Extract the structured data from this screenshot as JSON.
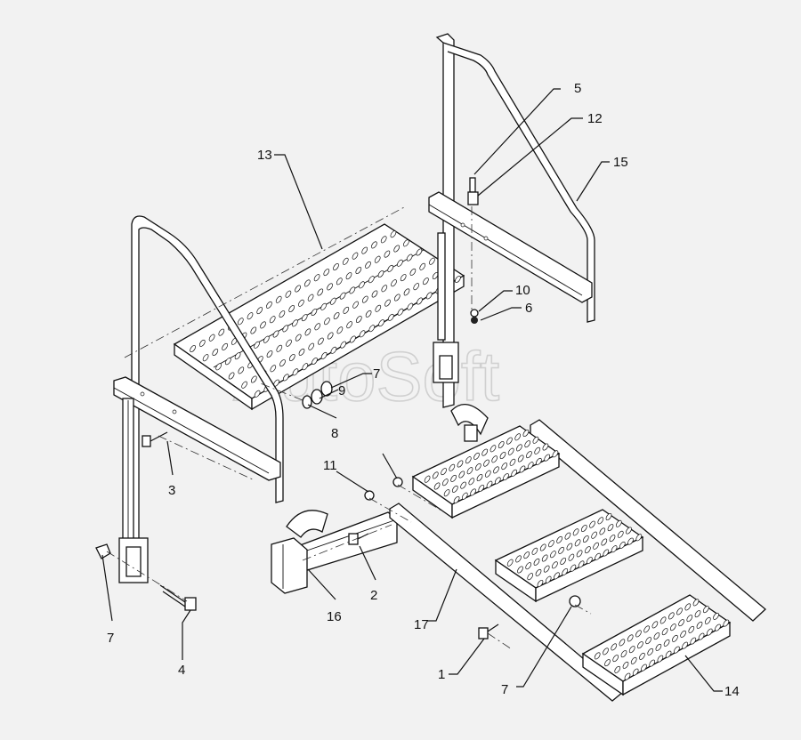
{
  "watermark": "AutoSoft",
  "callouts": [
    {
      "id": "c1",
      "text": "1"
    },
    {
      "id": "c2",
      "text": "2"
    },
    {
      "id": "c3",
      "text": "3"
    },
    {
      "id": "c4",
      "text": "4"
    },
    {
      "id": "c5",
      "text": "5"
    },
    {
      "id": "c6",
      "text": "6"
    },
    {
      "id": "c7a",
      "text": "7"
    },
    {
      "id": "c7b",
      "text": "7"
    },
    {
      "id": "c7c",
      "text": "7"
    },
    {
      "id": "c8",
      "text": "8"
    },
    {
      "id": "c9",
      "text": "9"
    },
    {
      "id": "c10",
      "text": "10"
    },
    {
      "id": "c11",
      "text": "11"
    },
    {
      "id": "c12",
      "text": "12"
    },
    {
      "id": "c13",
      "text": "13"
    },
    {
      "id": "c14",
      "text": "14"
    },
    {
      "id": "c15",
      "text": "15"
    },
    {
      "id": "c16",
      "text": "16"
    },
    {
      "id": "c17",
      "text": "17"
    }
  ]
}
